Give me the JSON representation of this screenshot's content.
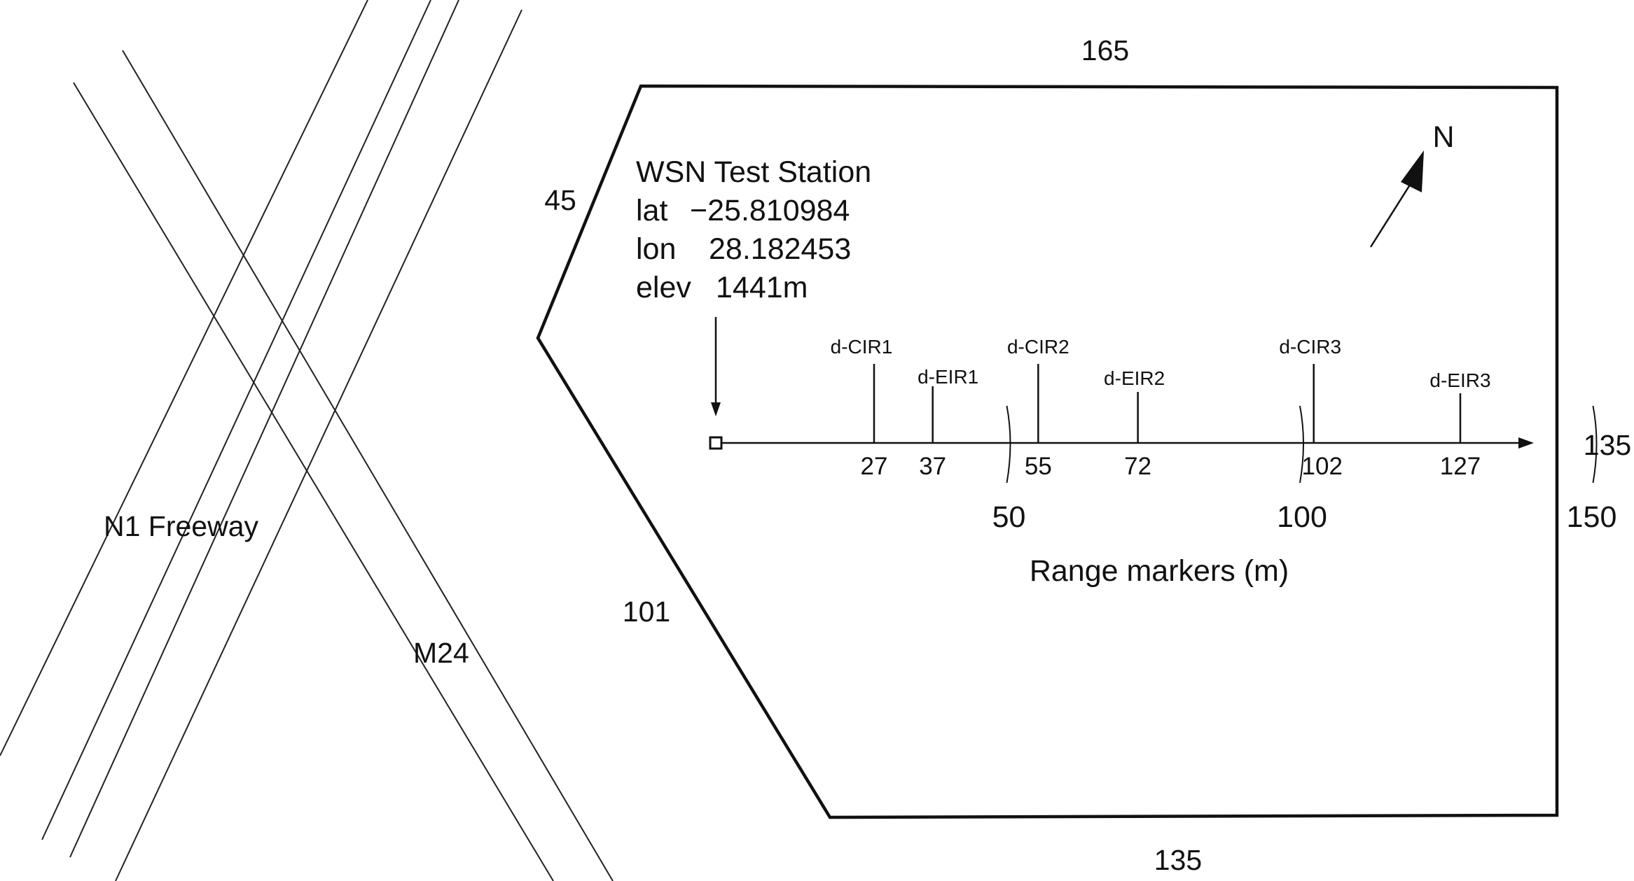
{
  "roads": {
    "n1_label": "N1 Freeway",
    "m24_label": "M24"
  },
  "site": {
    "edges": {
      "top": "165",
      "upper_left": "45",
      "lower_left": "101",
      "right": "135",
      "bottom": "135"
    },
    "compass": "N"
  },
  "station": {
    "title": "WSN Test Station",
    "lat_label": "lat",
    "lat_value": "−25.810984",
    "lon_label": "lon",
    "lon_value": "28.182453",
    "elev_label": "elev",
    "elev_value": "1441m"
  },
  "range_axis": {
    "title": "Range markers (m)",
    "range_markers": [
      "50",
      "100",
      "150"
    ]
  },
  "sensors": [
    {
      "name": "d-CIR1",
      "distance": "27"
    },
    {
      "name": "d-EIR1",
      "distance": "37"
    },
    {
      "name": "d-CIR2",
      "distance": "55"
    },
    {
      "name": "d-EIR2",
      "distance": "72"
    },
    {
      "name": "d-CIR3",
      "distance": "102"
    },
    {
      "name": "d-EIR3",
      "distance": "127"
    }
  ],
  "colors": {
    "ink": "#111111",
    "background": "#ffffff"
  }
}
